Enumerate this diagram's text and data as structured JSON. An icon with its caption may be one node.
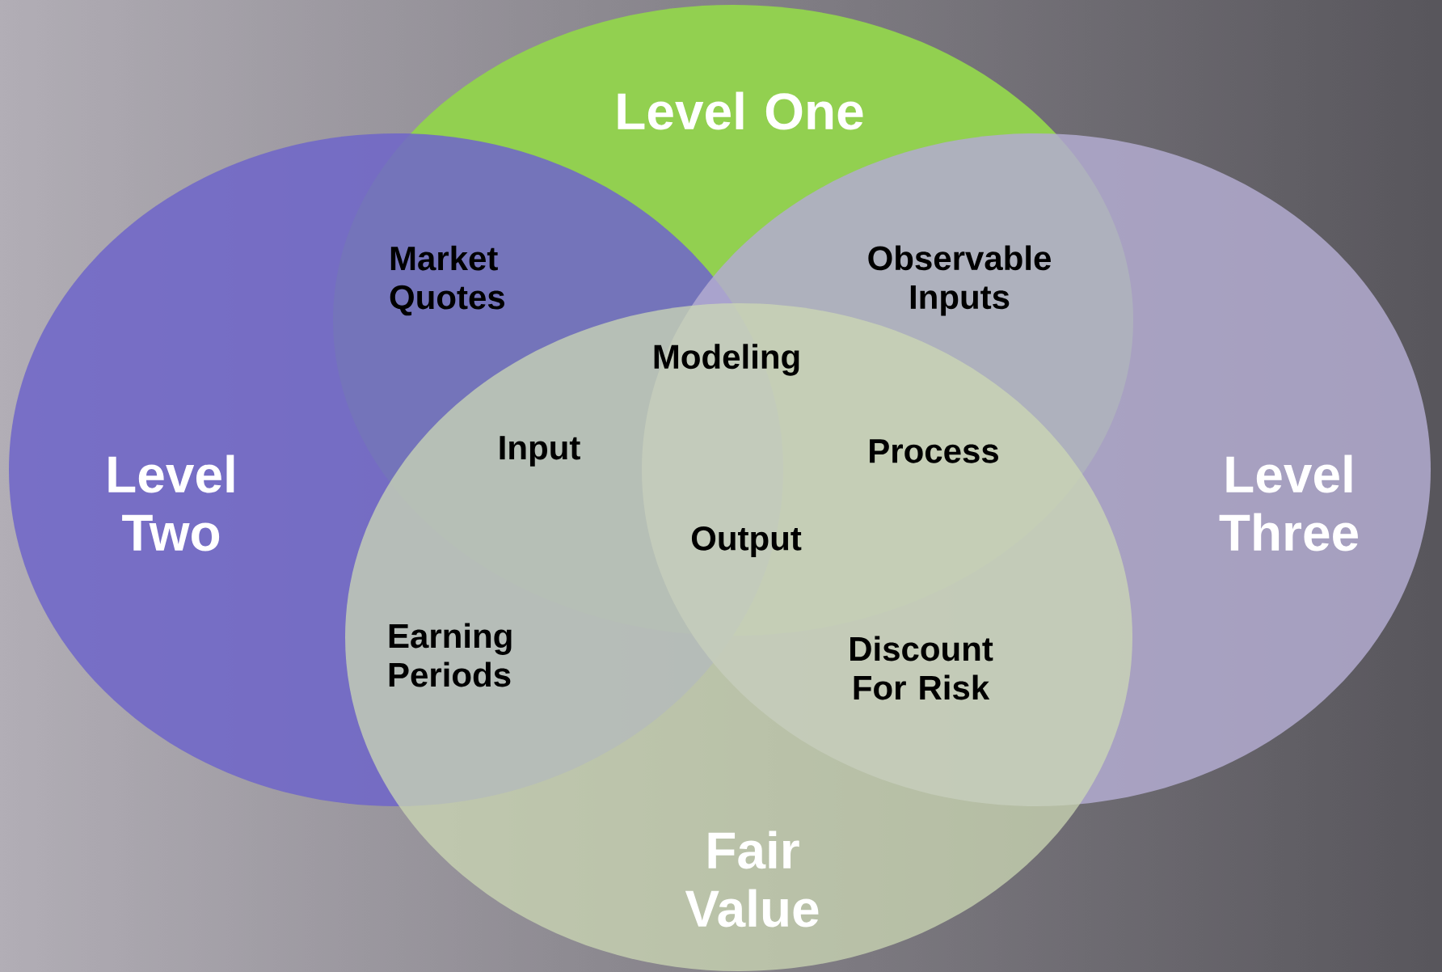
{
  "diagram": {
    "nodes": [
      {
        "text": [
          "Level One"
        ]
      },
      {
        "text": [
          "Level Two"
        ]
      },
      {
        "text": [
          "Level Three"
        ]
      },
      {
        "text": [
          "Fair Value"
        ]
      }
    ],
    "labels": [
      "Market Quotes",
      "Observable Inputs",
      "Modeling",
      "Input",
      "Process",
      "Output",
      "Earning Periods",
      "Discount For Risk"
    ]
  }
}
